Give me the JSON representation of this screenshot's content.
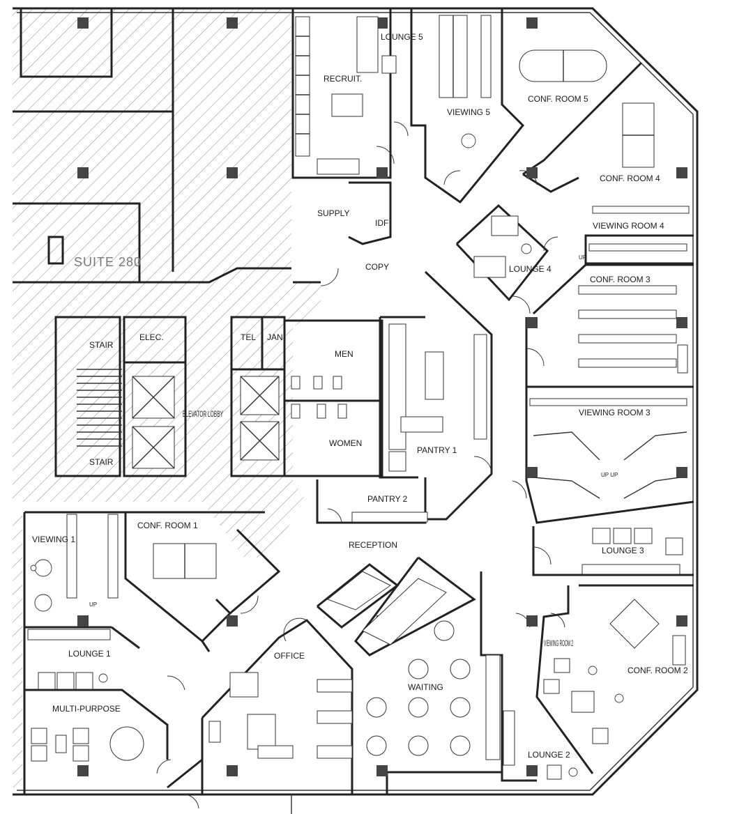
{
  "plan": {
    "suite_label": "SUITE 280",
    "rooms": [
      {
        "id": "lounge-5",
        "label": "LOUNGE 5"
      },
      {
        "id": "recruit",
        "label": "RECRUIT."
      },
      {
        "id": "viewing-5",
        "label": "VIEWING 5"
      },
      {
        "id": "conf-room-5",
        "label": "CONF. ROOM 5"
      },
      {
        "id": "conf-room-4",
        "label": "CONF. ROOM 4"
      },
      {
        "id": "supply",
        "label": "SUPPLY"
      },
      {
        "id": "idf",
        "label": "IDF"
      },
      {
        "id": "copy",
        "label": "COPY"
      },
      {
        "id": "viewing-room-4",
        "label": "VIEWING ROOM 4"
      },
      {
        "id": "lounge-4",
        "label": "LOUNGE 4"
      },
      {
        "id": "conf-room-3",
        "label": "CONF. ROOM 3"
      },
      {
        "id": "stair-1",
        "label": "STAIR"
      },
      {
        "id": "elec",
        "label": "ELEC."
      },
      {
        "id": "tel",
        "label": "TEL"
      },
      {
        "id": "jan",
        "label": "JAN"
      },
      {
        "id": "men",
        "label": "MEN"
      },
      {
        "id": "elevator-lobby",
        "label": "ELEVATOR LOBBY"
      },
      {
        "id": "women",
        "label": "WOMEN"
      },
      {
        "id": "stair-2",
        "label": "STAIR"
      },
      {
        "id": "pantry-1",
        "label": "PANTRY 1"
      },
      {
        "id": "viewing-room-3",
        "label": "VIEWING ROOM 3"
      },
      {
        "id": "pantry-2",
        "label": "PANTRY 2"
      },
      {
        "id": "viewing-1",
        "label": "VIEWING 1"
      },
      {
        "id": "conf-room-1",
        "label": "CONF. ROOM 1"
      },
      {
        "id": "reception",
        "label": "RECEPTION"
      },
      {
        "id": "lounge-3",
        "label": "LOUNGE 3"
      },
      {
        "id": "lounge-1",
        "label": "LOUNGE 1"
      },
      {
        "id": "office",
        "label": "OFFICE"
      },
      {
        "id": "viewing-room-2",
        "label": "VIEWING ROOM 2"
      },
      {
        "id": "conf-room-2",
        "label": "CONF. ROOM 2"
      },
      {
        "id": "waiting",
        "label": "WAITING"
      },
      {
        "id": "multi-purpose",
        "label": "MULTI-PURPOSE"
      },
      {
        "id": "lounge-2",
        "label": "LOUNGE 2"
      }
    ],
    "stair_notes": [
      "UP",
      "UP",
      "UP UP"
    ]
  }
}
